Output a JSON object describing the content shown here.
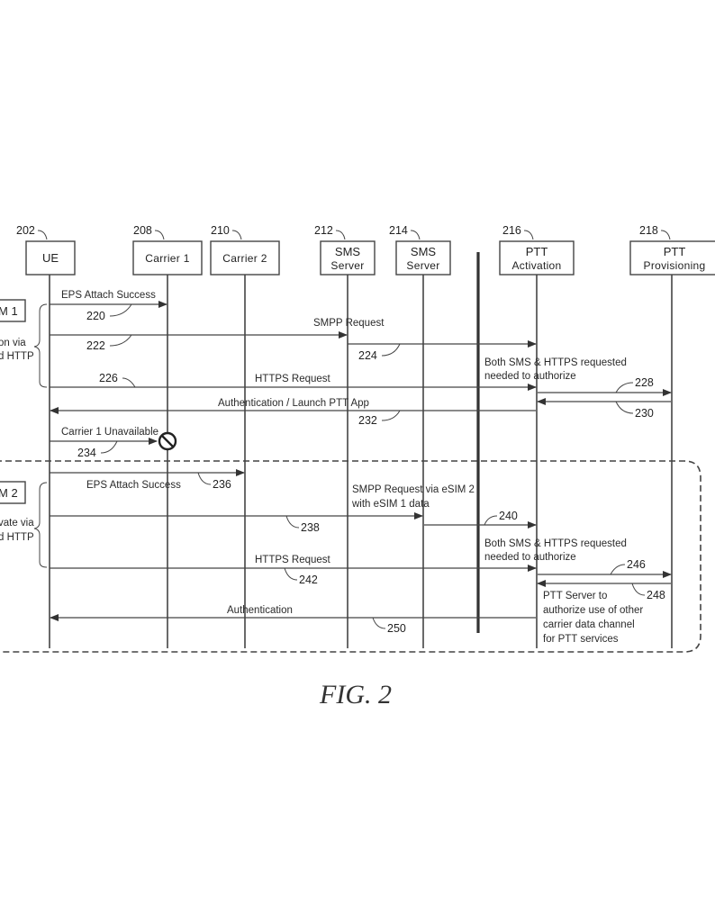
{
  "figure_title": "FIG. 2",
  "entities": [
    {
      "id": "ue",
      "ref": "202",
      "line1": "UE",
      "line2": ""
    },
    {
      "id": "carrier1",
      "ref": "208",
      "line1": "Carrier 1",
      "line2": ""
    },
    {
      "id": "carrier2",
      "ref": "210",
      "line1": "Carrier 2",
      "line2": ""
    },
    {
      "id": "sms1",
      "ref": "212",
      "line1": "SMS",
      "line2": "Server"
    },
    {
      "id": "sms2",
      "ref": "214",
      "line1": "SMS",
      "line2": "Server"
    },
    {
      "id": "pttact",
      "ref": "216",
      "line1": "PTT",
      "line2": "Activation"
    },
    {
      "id": "pttprov",
      "ref": "218",
      "line1": "PTT",
      "line2": "Provisioning"
    }
  ],
  "side_labels": {
    "section1_box": "M 1",
    "section1_line1": "on via",
    "section1_line2": "d HTTP",
    "section2_box": "M 2",
    "section2_line1": "vate via",
    "section2_line2": "d HTTP"
  },
  "messages": {
    "m220_label": "EPS Attach Success",
    "m220_ref": "220",
    "m222_label": "SMPP Request",
    "m222_ref": "222",
    "m224_ref": "224",
    "note1_line1": "Both SMS & HTTPS requested",
    "note1_line2": "needed to authorize",
    "m226_label": "HTTPS Request",
    "m226_ref": "226",
    "m228_ref": "228",
    "m230_ref": "230",
    "m232_label": "Authentication / Launch PTT App",
    "m232_ref": "232",
    "m234_label": "Carrier 1 Unavailable",
    "m234_ref": "234",
    "m236_label": "EPS Attach Success",
    "m236_ref": "236",
    "m238_label_line1": "SMPP Request via eSIM 2",
    "m238_label_line2": "with eSIM 1 data",
    "m238_ref": "238",
    "m240_ref": "240",
    "note2_line1": "Both SMS & HTTPS requested",
    "note2_line2": "needed to authorize",
    "m242_label": "HTTPS Request",
    "m242_ref": "242",
    "m246_ref": "246",
    "m248_ref": "248",
    "note3_line1": "PTT Server to",
    "note3_line2": "authorize use of other",
    "note3_line3": "carrier data channel",
    "note3_line4": "for PTT services",
    "m250_label": "Authentication",
    "m250_ref": "250"
  }
}
